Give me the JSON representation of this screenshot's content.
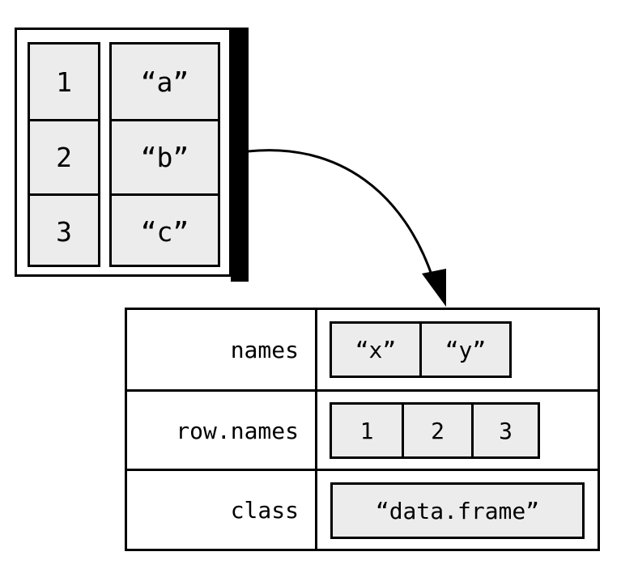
{
  "list": {
    "columns": [
      {
        "values": [
          "1",
          "2",
          "3"
        ]
      },
      {
        "values": [
          "“a”",
          "“b”",
          "“c”"
        ]
      }
    ]
  },
  "attributes": {
    "rows": [
      {
        "name": "names",
        "values": [
          "“x”",
          "“y”"
        ]
      },
      {
        "name": "row.names",
        "values": [
          "1",
          "2",
          "3"
        ]
      },
      {
        "name": "class",
        "values": [
          "“data.frame”"
        ]
      }
    ]
  },
  "colors": {
    "cell_fill": "#ececec",
    "stroke": "#000000",
    "background": "#ffffff"
  }
}
